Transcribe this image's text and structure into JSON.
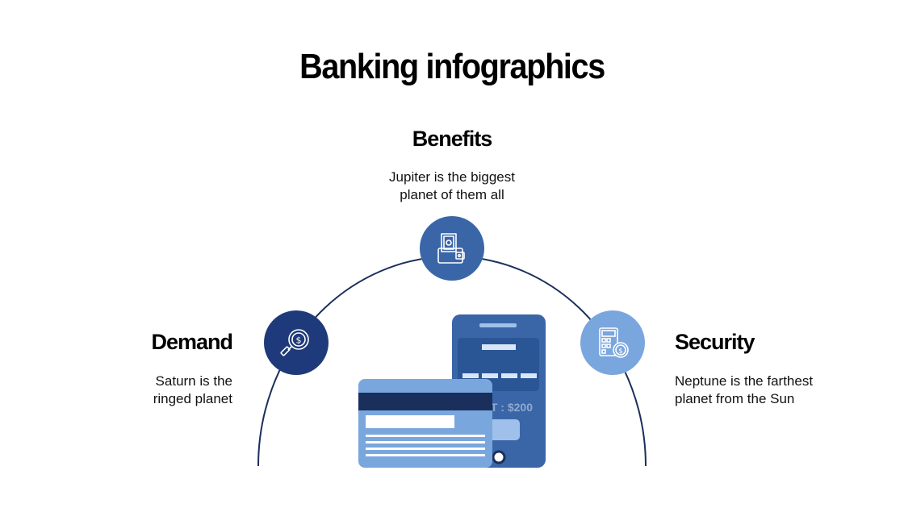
{
  "title": "Banking infographics",
  "benefits": {
    "heading": "Benefits",
    "line1": "Jupiter is the biggest",
    "line2": "planet of them all",
    "color": "#3a66a8"
  },
  "demand": {
    "heading": "Demand",
    "line1": "Saturn is the",
    "line2": "ringed planet",
    "color": "#1f3a7a"
  },
  "security": {
    "heading": "Security",
    "line1": "Neptune is the farthest",
    "line2": "planet from the Sun",
    "color": "#7aa6de"
  },
  "illustration": {
    "phone_text": "NT : $200"
  }
}
